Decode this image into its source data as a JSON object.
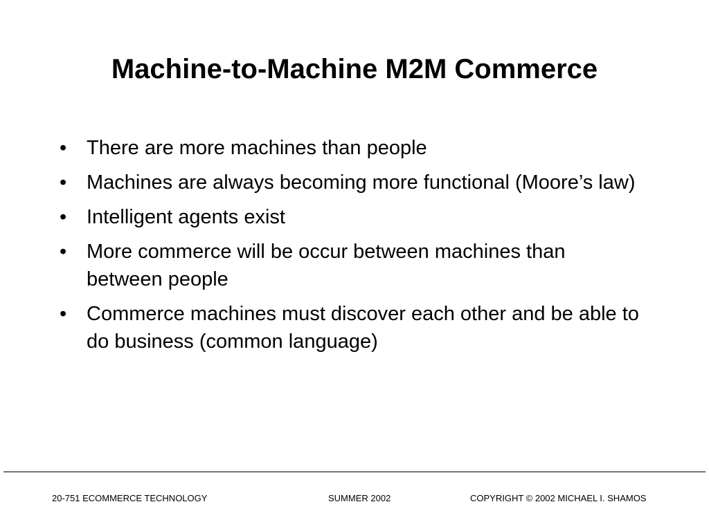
{
  "slide": {
    "title": "Machine-to-Machine M2M Commerce",
    "bullet_char": "•",
    "bullets": [
      "There are more machines than people",
      "Machines are always becoming more functional (Moore’s law)",
      "Intelligent agents exist",
      "More commerce will be occur between machines than between people",
      "Commerce machines must discover each other and be able to do business (common language)"
    ]
  },
  "footer": {
    "left": "20-751 ECOMMERCE TECHNOLOGY",
    "center": "SUMMER 2002",
    "right": "COPYRIGHT © 2002 MICHAEL I. SHAMOS"
  }
}
